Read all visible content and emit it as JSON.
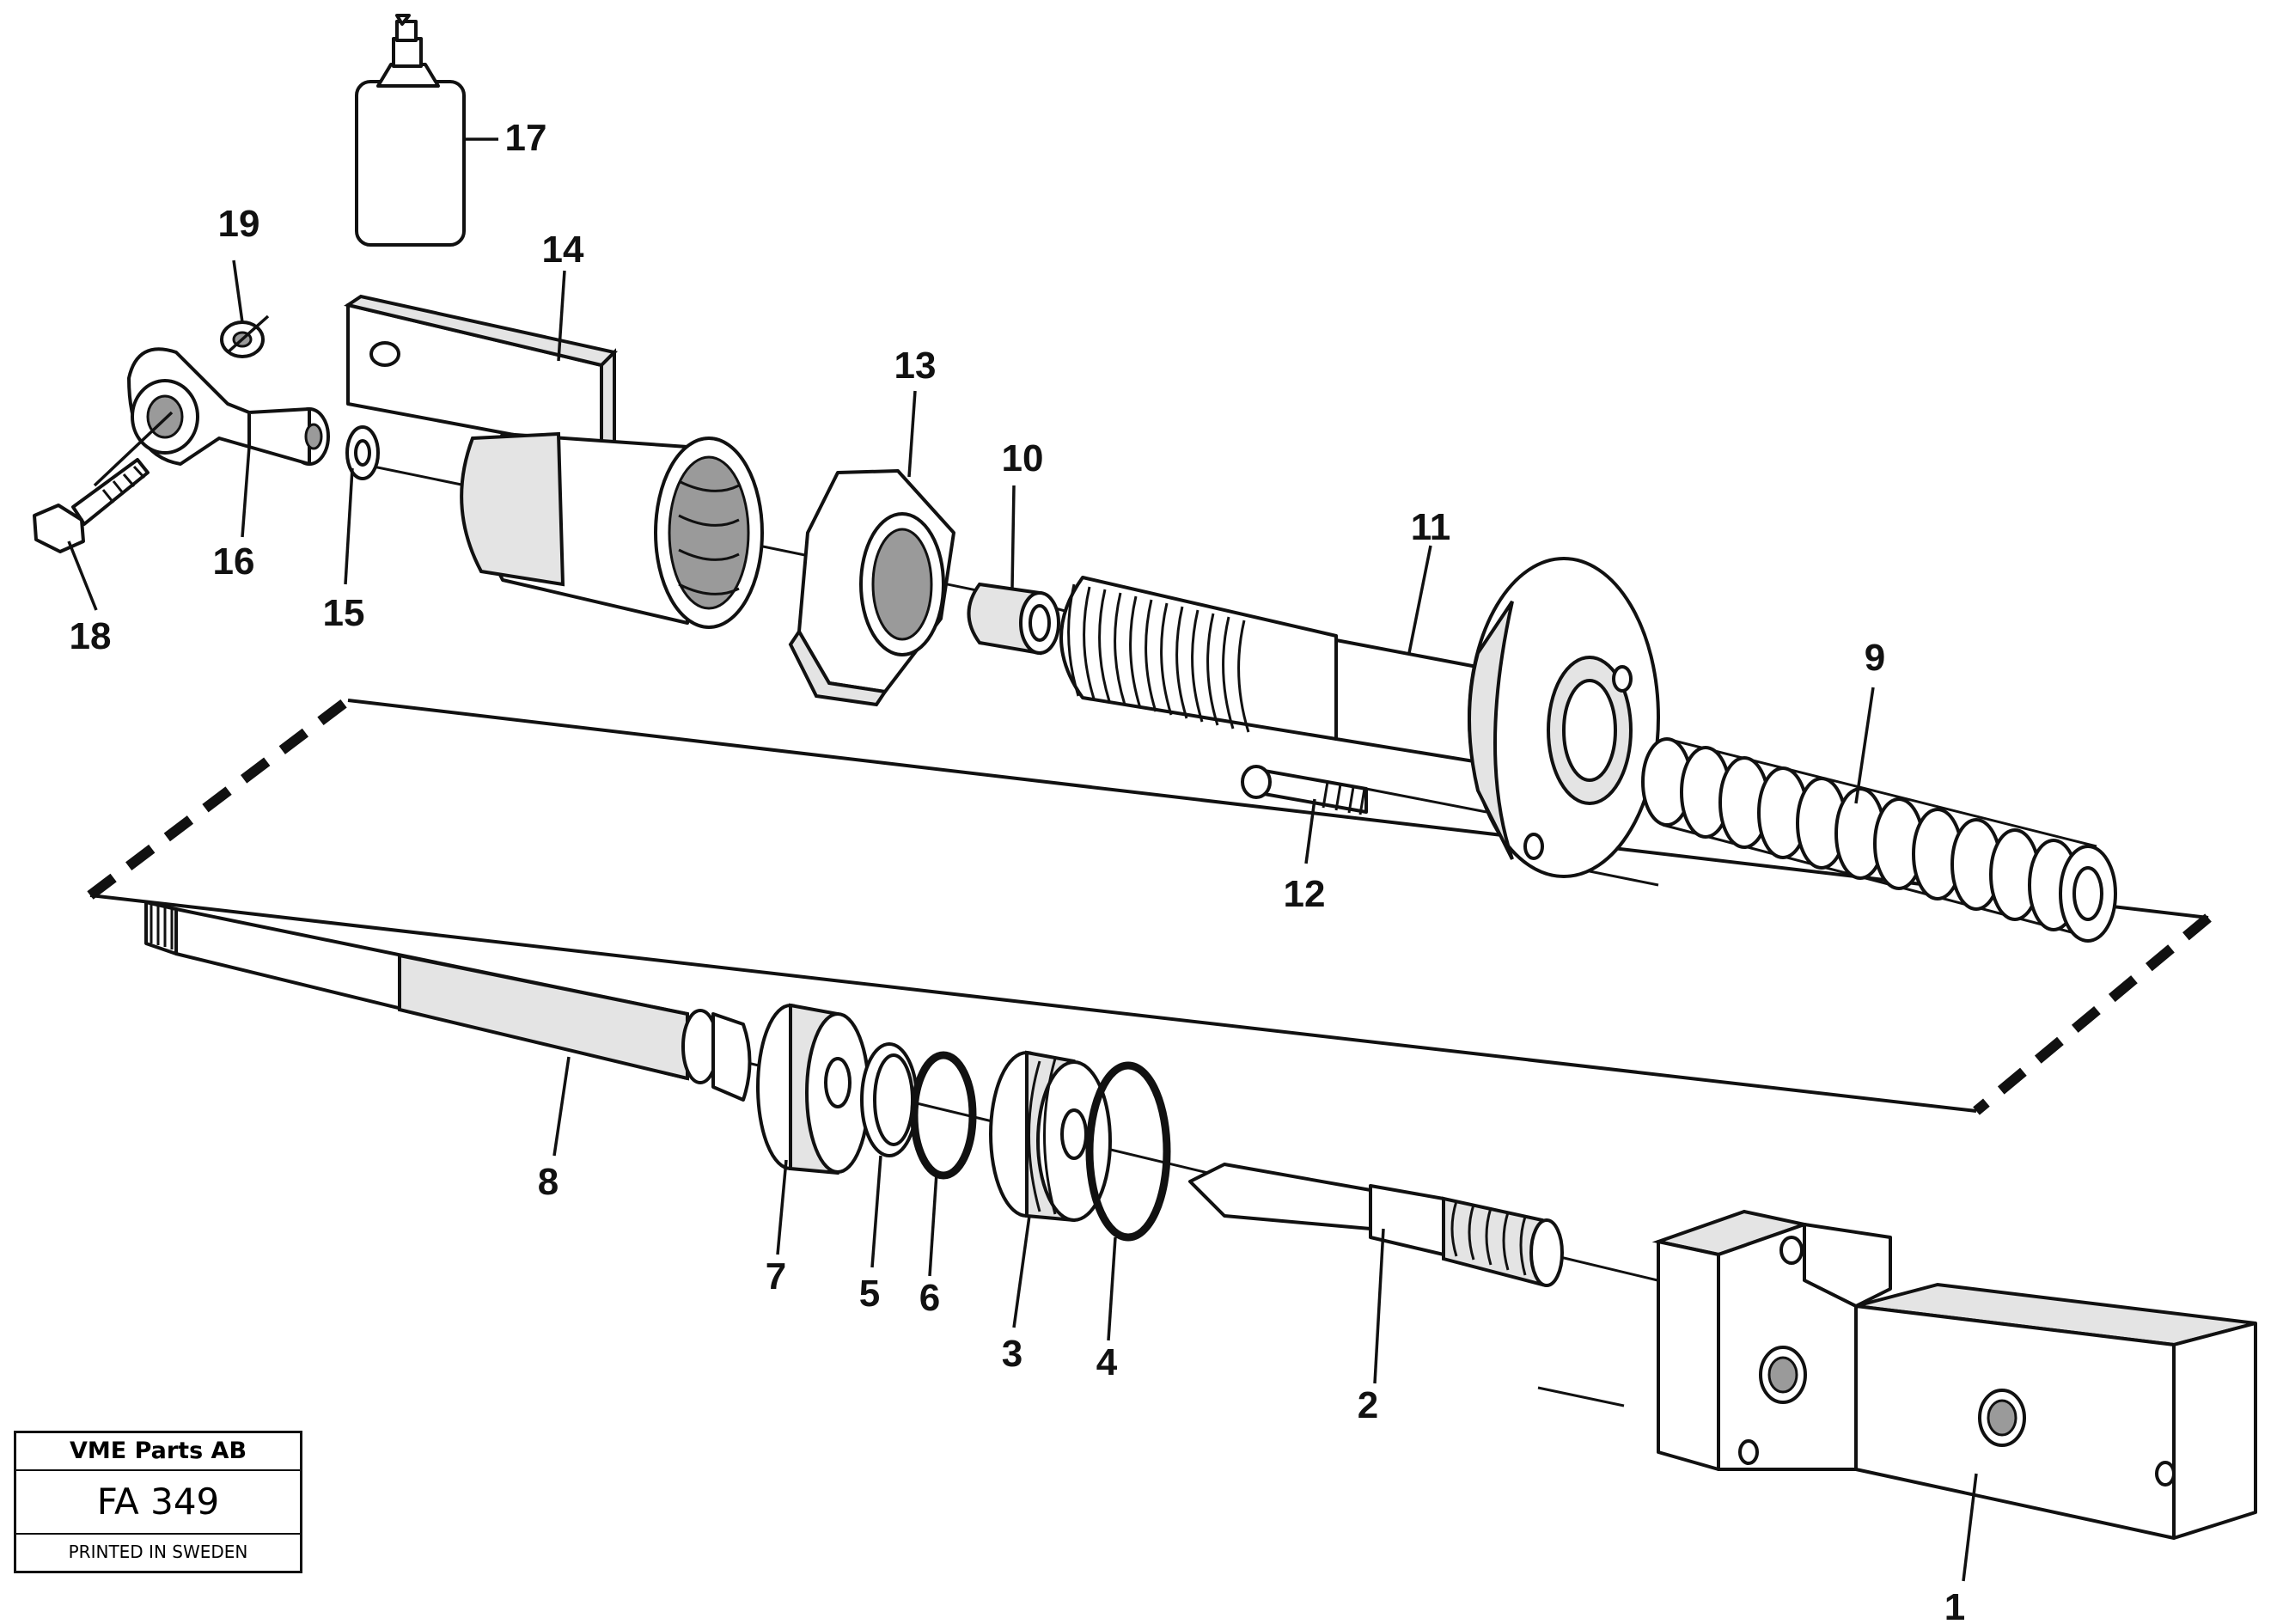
{
  "callouts": [
    "1",
    "2",
    "3",
    "4",
    "5",
    "6",
    "7",
    "8",
    "9",
    "10",
    "11",
    "12",
    "13",
    "14",
    "15",
    "16",
    "17",
    "18",
    "19"
  ],
  "stamp": {
    "company": "VME Parts AB",
    "code": "FA 349",
    "printed": "PRINTED IN SWEDEN"
  }
}
